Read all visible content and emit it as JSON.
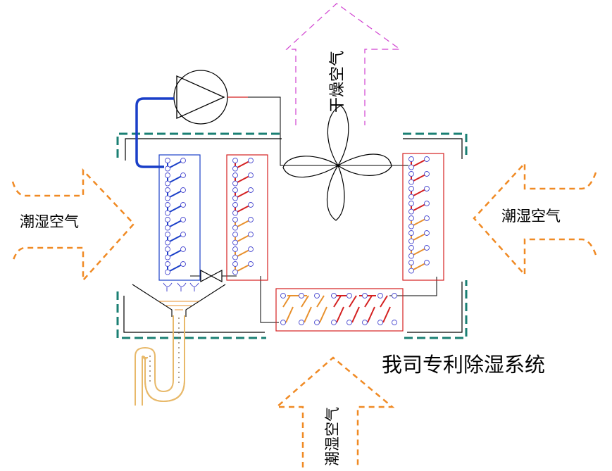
{
  "labels": {
    "dry_air": "干燥空气",
    "humid_air_left": "潮湿空气",
    "humid_air_right": "潮湿空气",
    "humid_air_bottom": "潮湿空气",
    "system_title": "我司专利除湿系统"
  },
  "colors": {
    "arrow_orange": "#f08a24",
    "arrow_magenta": "#d040d0",
    "housing_teal": "#1a7f73",
    "evaporator_blue": "#1a3fc8",
    "condenser_red": "#d42020",
    "coil_orange": "#e8902c",
    "drain_tan": "#e8b96a",
    "node_blue": "#4a4ad0"
  },
  "icons": {
    "pump": "compressor-icon",
    "fan": "fan-icon",
    "valve": "expansion-valve-icon"
  }
}
